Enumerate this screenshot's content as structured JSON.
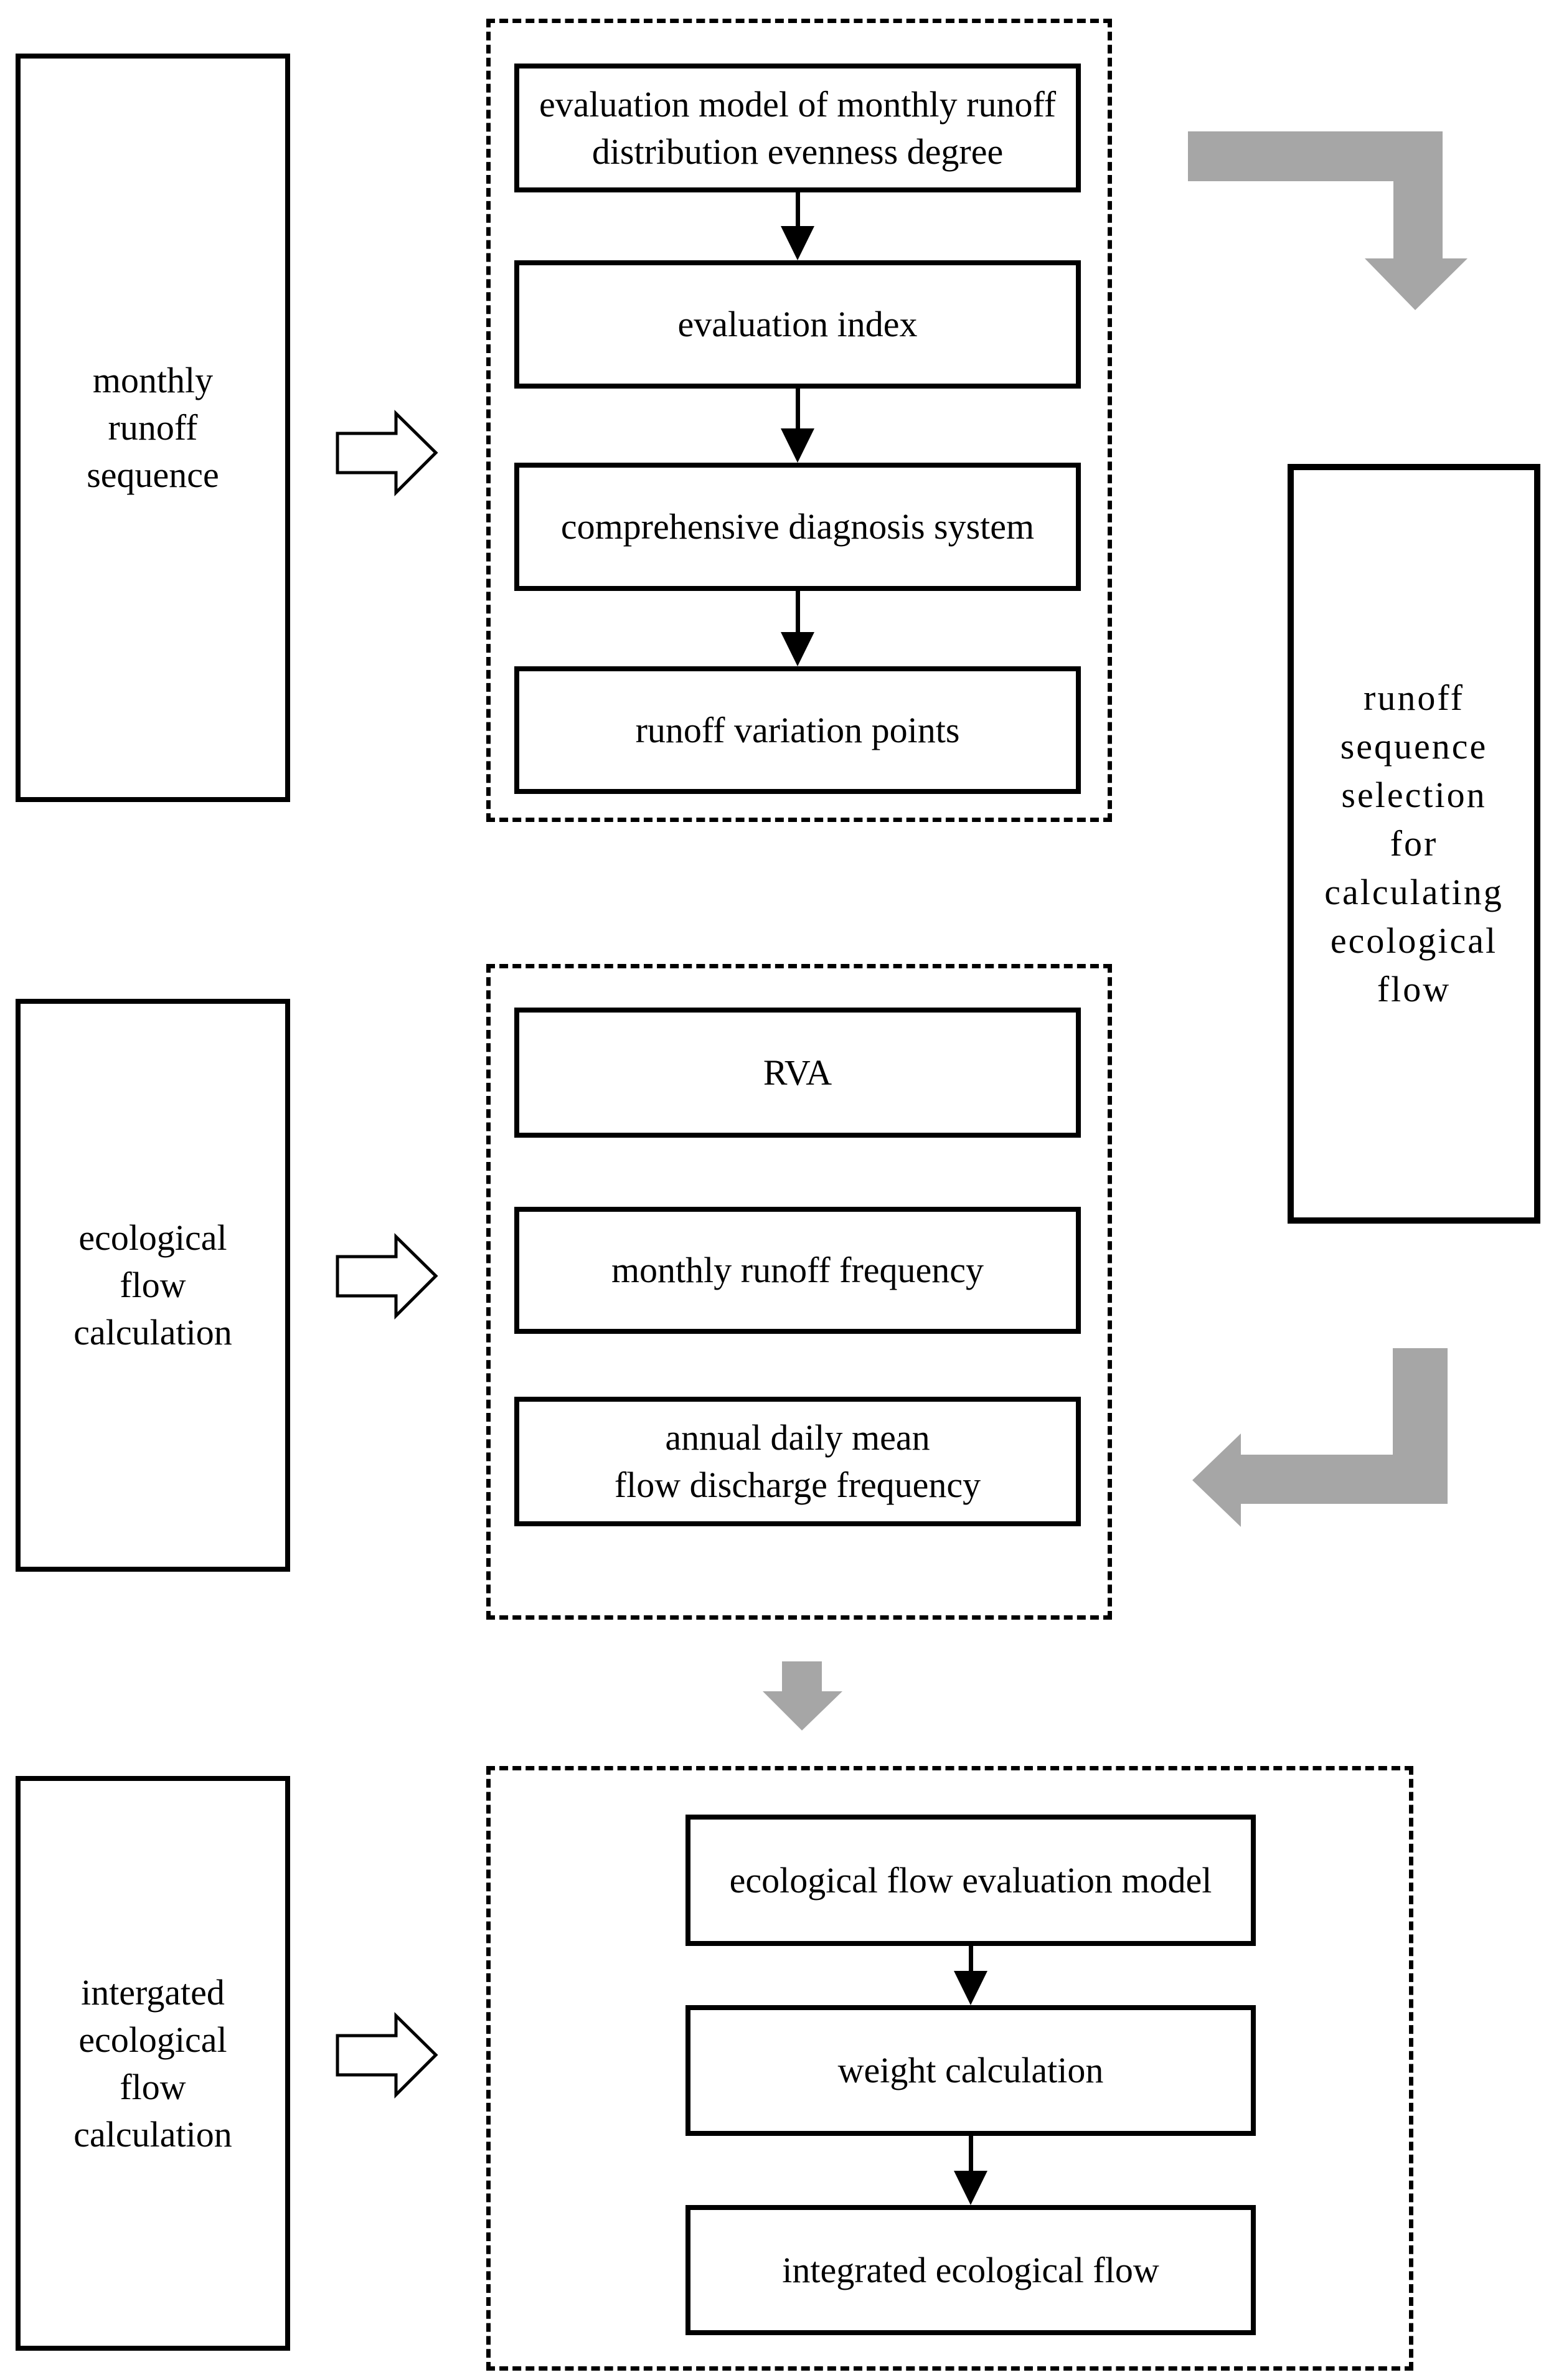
{
  "colors": {
    "flow_arrow_gray": "#a6a6a6",
    "line_black": "#000000",
    "box_background": "#ffffff"
  },
  "left_column": {
    "monthly_runoff_sequence": {
      "lines": [
        "monthly",
        "runoff",
        "sequence"
      ]
    },
    "ecological_flow_calculation": {
      "lines": [
        "ecological",
        "flow",
        "calculation"
      ]
    },
    "intergated_ecological_flow_calculation": {
      "lines": [
        "intergated",
        "ecological",
        "flow",
        "calculation"
      ]
    }
  },
  "runoff_variation_diagnosis_group": {
    "evaluation_model": {
      "lines": [
        "evaluation model of monthly runoff",
        "distribution evenness degree"
      ]
    },
    "evaluation_index": {
      "lines": [
        "evaluation index"
      ]
    },
    "comprehensive_diagnosis_system": {
      "lines": [
        "comprehensive diagnosis system"
      ]
    },
    "runoff_variation_points": {
      "lines": [
        "runoff variation points"
      ]
    }
  },
  "ecological_flow_methods_group": {
    "rva": {
      "lines": [
        "RVA"
      ]
    },
    "monthly_runoff_frequency": {
      "lines": [
        "monthly runoff frequency"
      ]
    },
    "annual_daily_mean_flow_discharge_frequency": {
      "lines": [
        "annual daily mean",
        "flow discharge frequency"
      ]
    }
  },
  "integrated_flow_group": {
    "ecological_flow_evaluation_model": {
      "lines": [
        "ecological flow evaluation model"
      ]
    },
    "weight_calculation": {
      "lines": [
        "weight calculation"
      ]
    },
    "integrated_ecological_flow": {
      "lines": [
        "integrated ecological flow"
      ]
    }
  },
  "right_box": {
    "lines": [
      "runoff",
      "sequence",
      "selection",
      "for",
      "calculating",
      "ecological",
      "flow"
    ]
  }
}
